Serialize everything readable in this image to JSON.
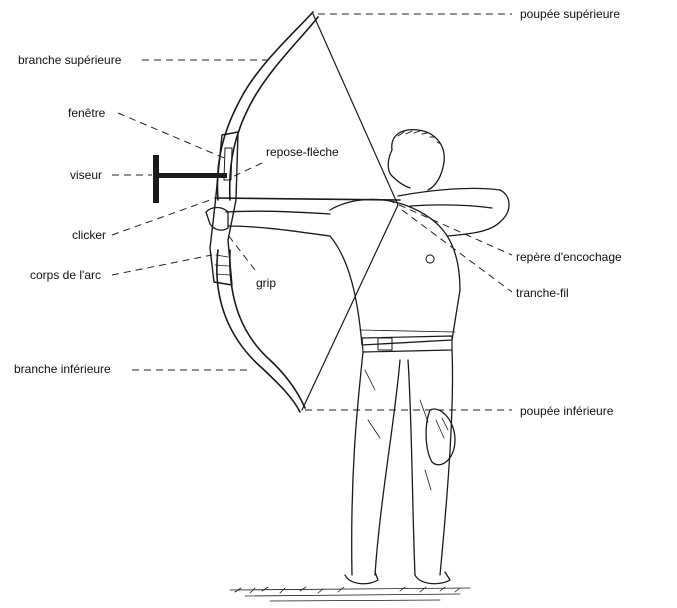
{
  "labels": {
    "poupee_superieure": "poupée supérieure",
    "branche_superieure": "branche supérieure",
    "fenetre": "fenêtre",
    "repose_fleche": "repose-flèche",
    "viseur": "viseur",
    "clicker": "clicker",
    "corps_de_larc": "corps de l'arc",
    "grip": "grip",
    "repere_encochage": "repère d'encochage",
    "tranche_fil": "tranche-fil",
    "branche_inferieure": "branche inférieure",
    "poupee_inferieure": "poupée inférieure"
  }
}
